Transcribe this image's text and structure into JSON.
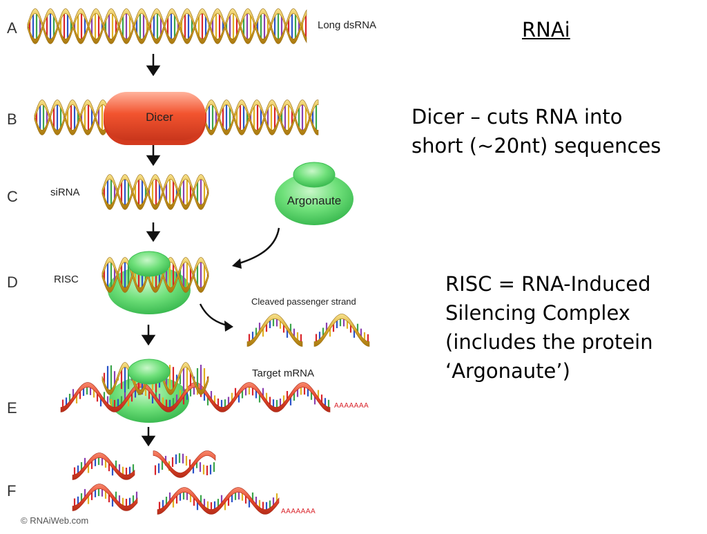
{
  "slide_title": "RNAi",
  "dicer_text": [
    "Dicer – cuts RNA into",
    "short (~20nt) sequences"
  ],
  "risc_text": [
    "RISC = RNA-Induced",
    "Silencing Complex",
    "(includes the protein",
    "‘Argonaute’)"
  ],
  "diagram": {
    "stages": [
      "A",
      "B",
      "C",
      "D",
      "E",
      "F"
    ],
    "long_dsrna": "Long dsRNA",
    "dicer": "Dicer",
    "sirna": "siRNA",
    "argonaute": "Argonaute",
    "risc": "RISC",
    "cleaved_passenger": "Cleaved passenger strand",
    "target_mrna": "Target mRNA",
    "poly_a": "AAAAAAA",
    "copyright": "© RNAiWeb.com"
  },
  "colors": {
    "helix_gold": "#d8a82a",
    "mrna_red": "#e8472c",
    "dicer": "#f0482a",
    "protein_green": "#5ed66a"
  }
}
